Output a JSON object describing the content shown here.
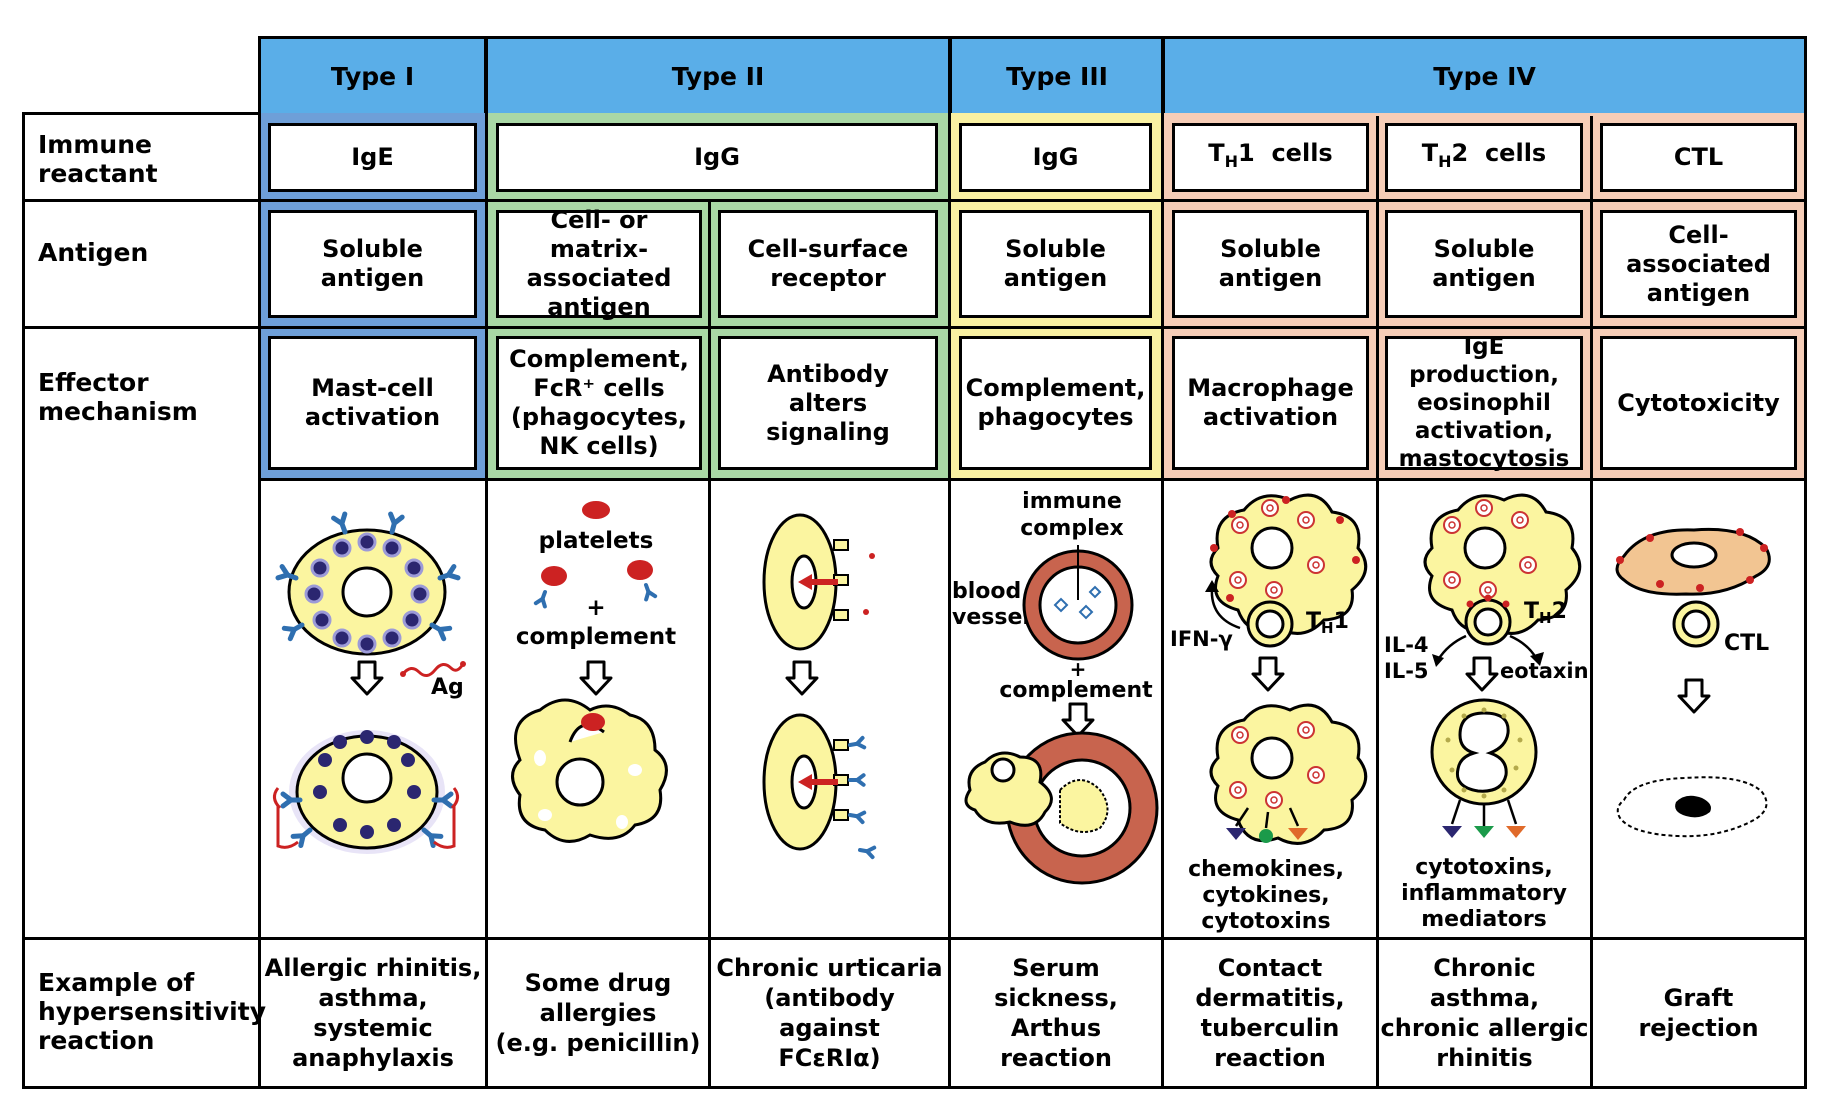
{
  "types": [
    "Type I",
    "Type II",
    "Type III",
    "Type IV"
  ],
  "row_labels": {
    "immune_reactant": "Immune\nreactant",
    "antigen": "Antigen",
    "effector": "Effector\nmechanism",
    "example": "Example of\nhypersensitivity\nreaction"
  },
  "immune_reactant": {
    "type1": "IgE",
    "type2": "IgG",
    "type3": "IgG",
    "th1_base": "T",
    "th1_sub": "H",
    "th1_rest": "1  cells",
    "th2_base": "T",
    "th2_sub": "H",
    "th2_rest": "2  cells",
    "ctl": "CTL"
  },
  "antigen": {
    "type1": "Soluble\nantigen",
    "type2a": "Cell- or matrix-\nassociated\nantigen",
    "type2b": "Cell-surface\nreceptor",
    "type3": "Soluble\nantigen",
    "th1": "Soluble\nantigen",
    "th2": "Soluble\nantigen",
    "ctl": "Cell-associated\nantigen"
  },
  "effector": {
    "type1": "Mast-cell\nactivation",
    "type2a": "Complement,\nFcR⁺ cells\n(phagocytes,\nNK cells)",
    "type2b": "Antibody\nalters\nsignaling",
    "type3": "Complement,\nphagocytes",
    "th1": "Macrophage\nactivation",
    "th2": "IgE production,\neosinophil\nactivation,\nmastocytosis",
    "ctl": "Cytotoxicity"
  },
  "illustration_labels": {
    "ag": "Ag",
    "platelets": "platelets",
    "plus": "+",
    "complement": "complement",
    "immune_complex_1": "immune",
    "immune_complex_2": "complex",
    "blood_vessel_1": "blood",
    "blood_vessel_2": "vessel",
    "plus2": "+",
    "complement2": "complement",
    "ifn": "IFN-γ",
    "th1_base": "T",
    "th1_sub": "H",
    "th1_rest": "1",
    "th1_out_1": "chemokines,",
    "th1_out_2": "cytokines,",
    "th1_out_3": "cytotoxins",
    "th2_base": "T",
    "th2_sub": "H",
    "th2_rest": "2",
    "il4": "IL-4",
    "il5": "IL-5",
    "eotaxin": "eotaxin",
    "th2_out_1": "cytotoxins,",
    "th2_out_2": "inflammatory",
    "th2_out_3": "mediators",
    "ctl": "CTL"
  },
  "examples": {
    "type1": "Allergic rhinitis,\nasthma, systemic\nanaphylaxis",
    "type2a": "Some drug\nallergies\n(e.g. penicillin)",
    "type2b": "Chronic urticaria\n(antibody against\nFCεRIα)",
    "type3": "Serum sickness,\nArthus reaction",
    "th1": "Contact\ndermatitis,\ntuberculin\nreaction",
    "th2": "Chronic\nasthma,\nchronic allergic\nrhinitis",
    "ctl": "Graft\nrejection"
  },
  "colors": {
    "header": "#5aaee8",
    "type1_bg": "#6e9fd8",
    "type2_bg": "#a9d7a5",
    "type3_bg": "#f9f1a2",
    "type4_bg": "#f6cdb7",
    "cell_yellow": "#fbf5a0",
    "vessel": "#c8644e",
    "antibody": "#2f6fb0",
    "red": "#cc2222",
    "granule": "#2b2670"
  }
}
